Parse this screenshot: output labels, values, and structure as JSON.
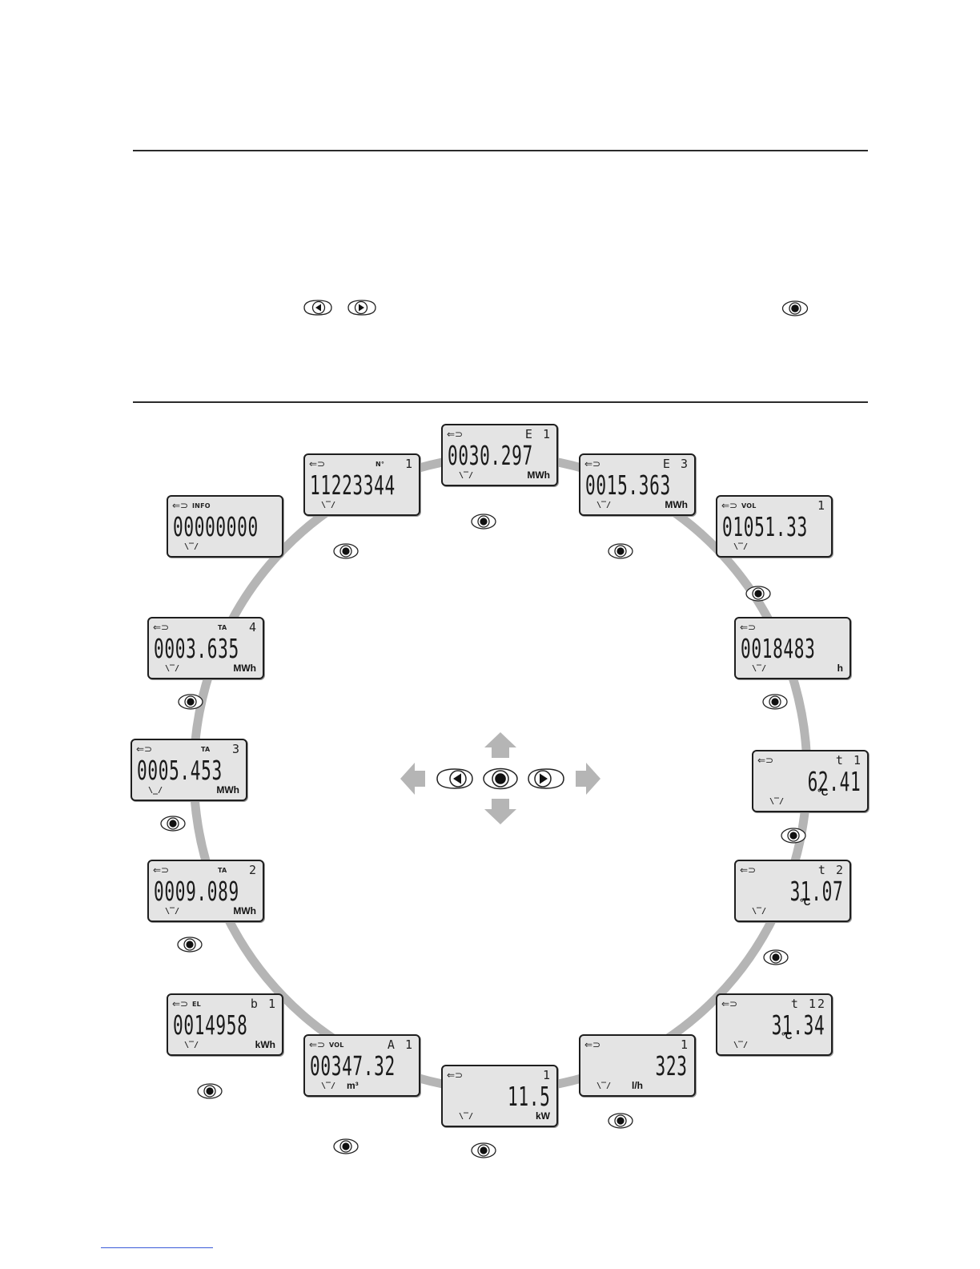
{
  "icons": {
    "enter_button": "enter-button-icon",
    "left_button": "left-arrow-button-icon",
    "right_button": "right-arrow-button-icon",
    "back_symbol": "back-loop-icon",
    "meter_symbol": "meter-bracket-icon"
  },
  "colors": {
    "ring": "#b5b5b5",
    "arrows": "#b5b5b5",
    "lcd_background": "#e4e4e4"
  },
  "displays": [
    {
      "id": "info",
      "tag": "INFO",
      "channel": "",
      "value": "00000000",
      "unit": ""
    },
    {
      "id": "serial",
      "tag": "N°",
      "channel": "1",
      "value": "11223344",
      "unit": ""
    },
    {
      "id": "energy-1",
      "tag": "",
      "channel": "E 1",
      "value": "0030.297",
      "unit": "MWh"
    },
    {
      "id": "energy-3",
      "tag": "",
      "channel": "E 3",
      "value": "0015.363",
      "unit": "MWh"
    },
    {
      "id": "volume-1",
      "tag": "VOL",
      "channel": "1",
      "value": "01051.33",
      "unit": ""
    },
    {
      "id": "hours",
      "tag": "",
      "channel": "",
      "value": "0018483",
      "unit": "h"
    },
    {
      "id": "temp-1",
      "tag": "",
      "channel": "t 1",
      "value": "62.41",
      "unit": "°C"
    },
    {
      "id": "temp-2",
      "tag": "",
      "channel": "t 2",
      "value": "31.07",
      "unit": "°C"
    },
    {
      "id": "temp-12",
      "tag": "",
      "channel": "t 12",
      "value": "31.34",
      "unit": "°C"
    },
    {
      "id": "flow",
      "tag": "",
      "channel": "1",
      "value": "323",
      "unit": "l/h"
    },
    {
      "id": "power",
      "tag": "",
      "channel": "1",
      "value": "11.5",
      "unit": "kW"
    },
    {
      "id": "volume-a1",
      "tag": "VOL",
      "channel": "A 1",
      "value": "00347.32",
      "unit": "m³"
    },
    {
      "id": "electric-b1",
      "tag": "EL",
      "channel": "b 1",
      "value": "0014958",
      "unit": "kWh"
    },
    {
      "id": "tariff-2",
      "tag": "TA",
      "channel": "2",
      "value": "0009.089",
      "unit": "MWh"
    },
    {
      "id": "tariff-3",
      "tag": "TA",
      "channel": "3",
      "value": "0005.453",
      "unit": "MWh"
    },
    {
      "id": "tariff-4",
      "tag": "TA",
      "channel": "4",
      "value": "0003.635",
      "unit": "MWh"
    }
  ]
}
